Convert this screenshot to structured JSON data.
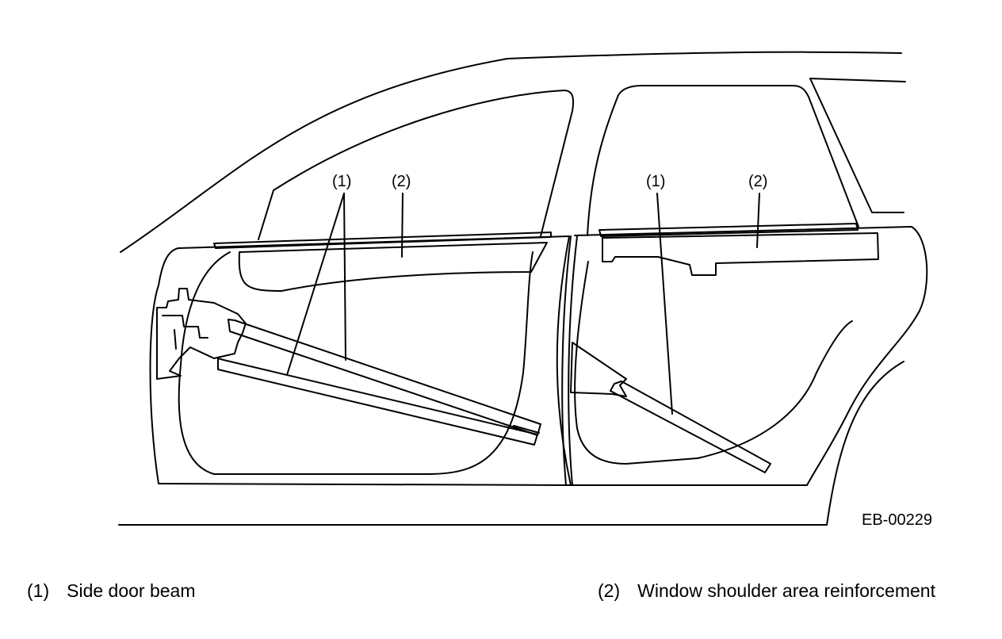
{
  "figure": {
    "id_code": "EB-00229",
    "callouts": {
      "front_beam": "(1)",
      "front_reinforcement": "(2)",
      "rear_beam": "(1)",
      "rear_reinforcement": "(2)"
    }
  },
  "legend": [
    {
      "number": "(1)",
      "label": "Side door beam"
    },
    {
      "number": "(2)",
      "label": "Window shoulder area reinforcement"
    }
  ]
}
